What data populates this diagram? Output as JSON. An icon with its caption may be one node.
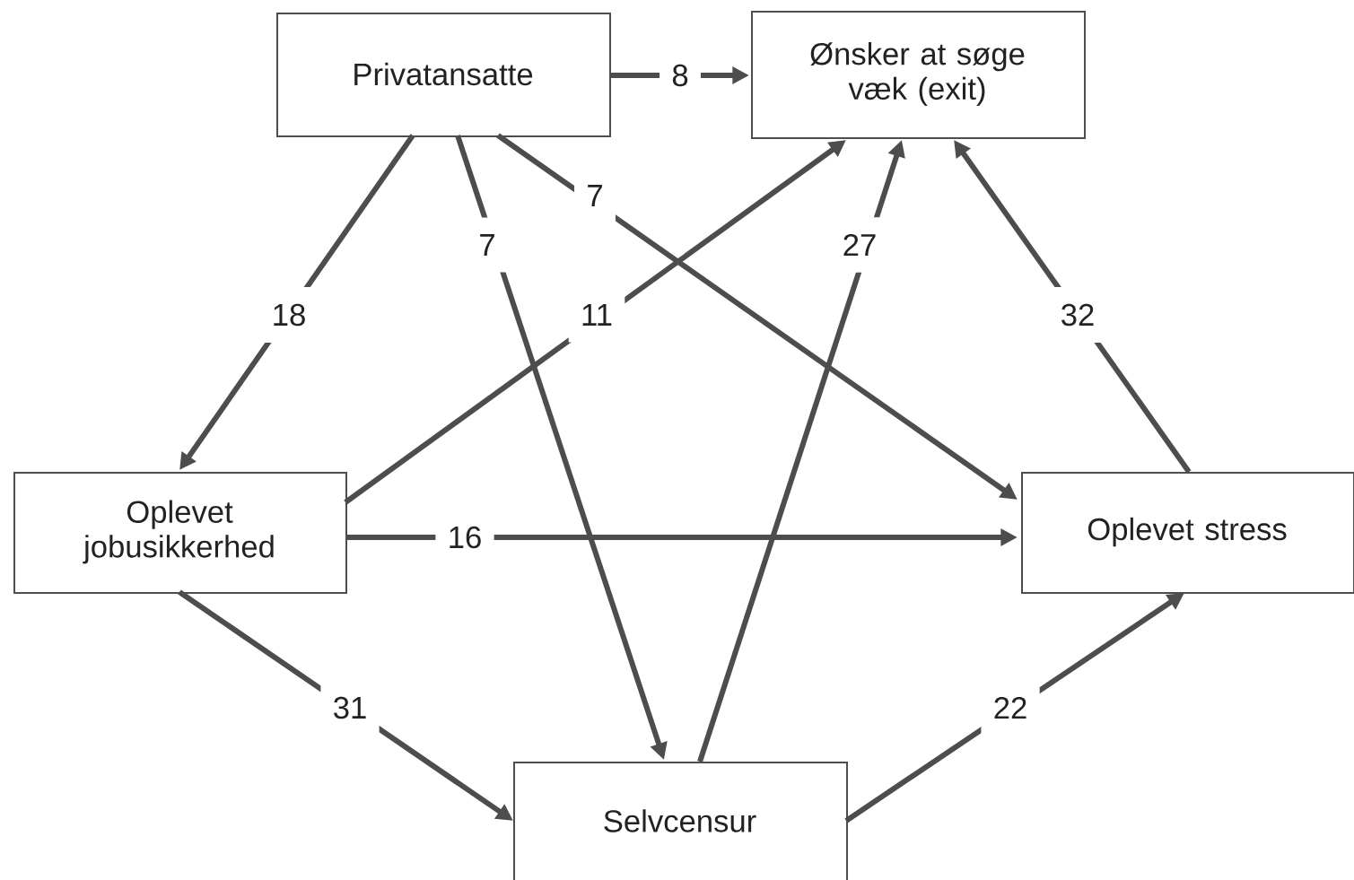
{
  "diagram": {
    "nodes": [
      {
        "text": [
          "Privatansatte"
        ]
      },
      {
        "text": [
          "Ønsker at søge væk (exit)"
        ]
      },
      {
        "text": [
          "Oplevet jobusikkerhed"
        ]
      },
      {
        "text": [
          "Oplevet stress"
        ]
      },
      {
        "text": [
          "Selvcensur"
        ]
      }
    ],
    "edges": [
      {
        "from": 0,
        "to": 1,
        "arrow": "to",
        "label": "8"
      },
      {
        "from": 0,
        "to": 2,
        "arrow": "to",
        "label": "18"
      },
      {
        "from": 0,
        "to": 4,
        "arrow": "to",
        "label": "7"
      },
      {
        "from": 0,
        "to": 3,
        "arrow": "to",
        "label": "7"
      },
      {
        "from": 2,
        "to": 1,
        "arrow": "to",
        "label": "11"
      },
      {
        "from": 2,
        "to": 3,
        "arrow": "to",
        "label": "16"
      },
      {
        "from": 2,
        "to": 4,
        "arrow": "to",
        "label": "31"
      },
      {
        "from": 4,
        "to": 1,
        "arrow": "to",
        "label": "27"
      },
      {
        "from": 4,
        "to": 3,
        "arrow": "to",
        "label": "22"
      },
      {
        "from": 3,
        "to": 1,
        "arrow": "to",
        "label": "32"
      }
    ]
  }
}
